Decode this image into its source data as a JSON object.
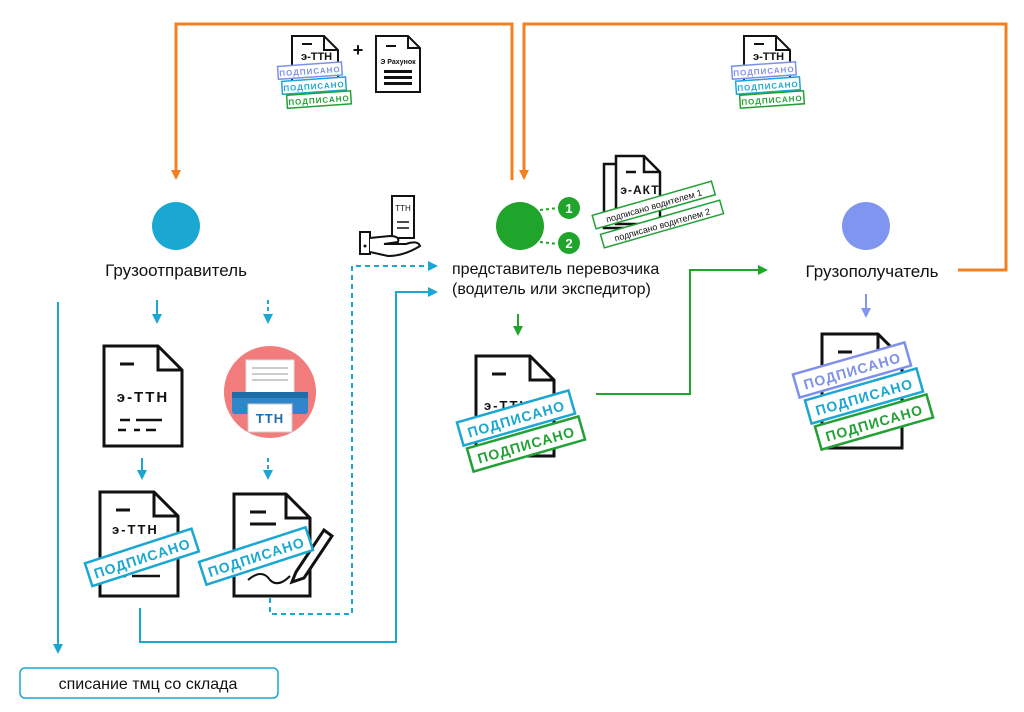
{
  "colors": {
    "orange": "#F08020",
    "blue": "#1AA7D2",
    "green": "#1FA52B",
    "periwinkle": "#7F95F0",
    "stamp_blue": "#1AA7D2",
    "stamp_green": "#22A136",
    "stamp_periwinkle": "#7E90EA",
    "printer_bg": "#F27B7B",
    "printer_body": "#2F86C9"
  },
  "nodes": {
    "shipper": "Грузоотправитель",
    "carrier_line1": "представитель перевозчика",
    "carrier_line2": "(водитель или экспедитор)",
    "receiver": "Грузополучатель"
  },
  "docs": {
    "ettn": "э-ТТН",
    "ttn": "ТТН",
    "e_act": "э-АКТ",
    "invoice": "Э Рахунок",
    "plus": "+"
  },
  "stamps": {
    "signed": "ПОДПИСАНО",
    "signed_small": "подписано",
    "signed_driver_1": "подписано водителем 1",
    "signed_driver_2": "подписано водителем 2"
  },
  "steps": [
    "1",
    "2"
  ],
  "footer": {
    "writeoff": "списание тмц со склада"
  }
}
